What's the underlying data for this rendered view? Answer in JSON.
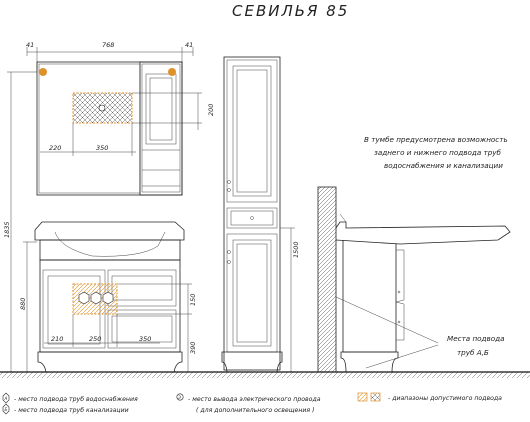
{
  "title": "СЕВИЛЬЯ 85",
  "dims": {
    "left_margin": "41",
    "mirror_width": "768",
    "right_margin": "41",
    "total_height": "1835",
    "cabinet_height": "880",
    "mirror_drop": "200",
    "socket_left": "220",
    "socket_width": "350",
    "pipe_left": "210",
    "pipe_width": "250",
    "pipe_right": "350",
    "pipe_zone_height": "150",
    "pipe_height": "390",
    "tower_height": "1500"
  },
  "note": {
    "line1": "В тумбе предусмотрена возможность",
    "line2": "заднего и нижнего подвода труб",
    "line3": "водоснабжения и канализации"
  },
  "pipes_label": {
    "line1": "Места подвода",
    "line2": "труб А,Б"
  },
  "legend": {
    "a_marker": "A",
    "a_text": "- место подвода труб водоснабжения",
    "b_marker": "Б",
    "b_text": "- место подвода труб канализации",
    "e_marker": "Э",
    "e_text_1": "- место вывода электрического провода",
    "e_text_2": "( для дополнительного освещения )",
    "zone_text": "- диапазоны допустимого подвода"
  },
  "colors": {
    "accent": "#e0922a",
    "line": "#222222",
    "hatch": "#555555"
  }
}
